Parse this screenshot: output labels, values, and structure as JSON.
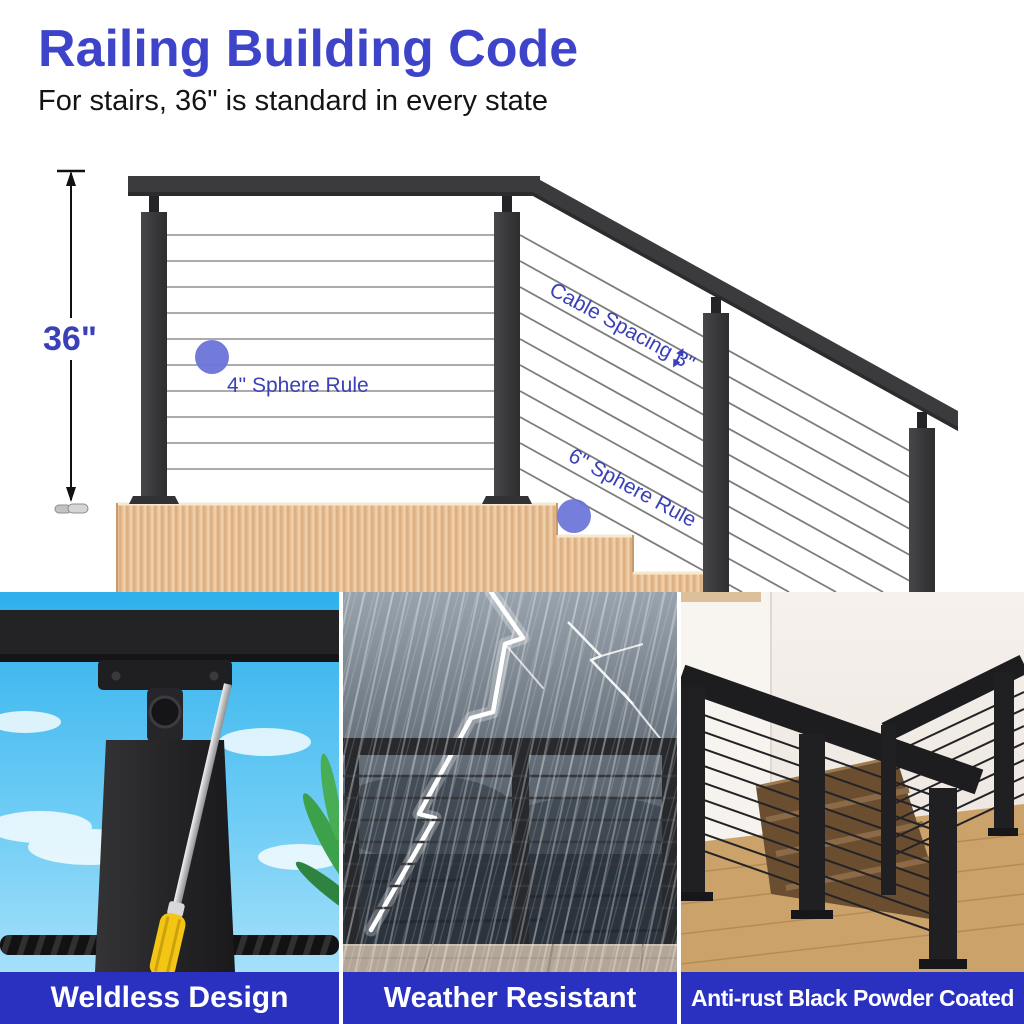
{
  "header": {
    "title": "Railing Building Code",
    "subtitle": "For stairs, 36\" is standard in every state"
  },
  "diagram": {
    "height_dimension": "36\"",
    "sphere4_label": "4\" Sphere Rule",
    "cable_spacing_label": "Cable Spacing 3\"",
    "sphere6_label": "6\" Sphere Rule"
  },
  "panels": [
    {
      "caption": "Weldless Design"
    },
    {
      "caption": "Weather Resistant"
    },
    {
      "caption": "Anti-rust Black Powder Coated"
    }
  ],
  "colors": {
    "title_blue": "#3e44c9",
    "label_blue": "#3a41b8",
    "sphere_blue": "#6a73d8",
    "banner_blue": "#2a31c0",
    "metal_dark": "#3c3c3e",
    "wood_tan": "#e9c298",
    "sky_blue": "#2fb0ec",
    "storm_gray": "#4e5862"
  }
}
